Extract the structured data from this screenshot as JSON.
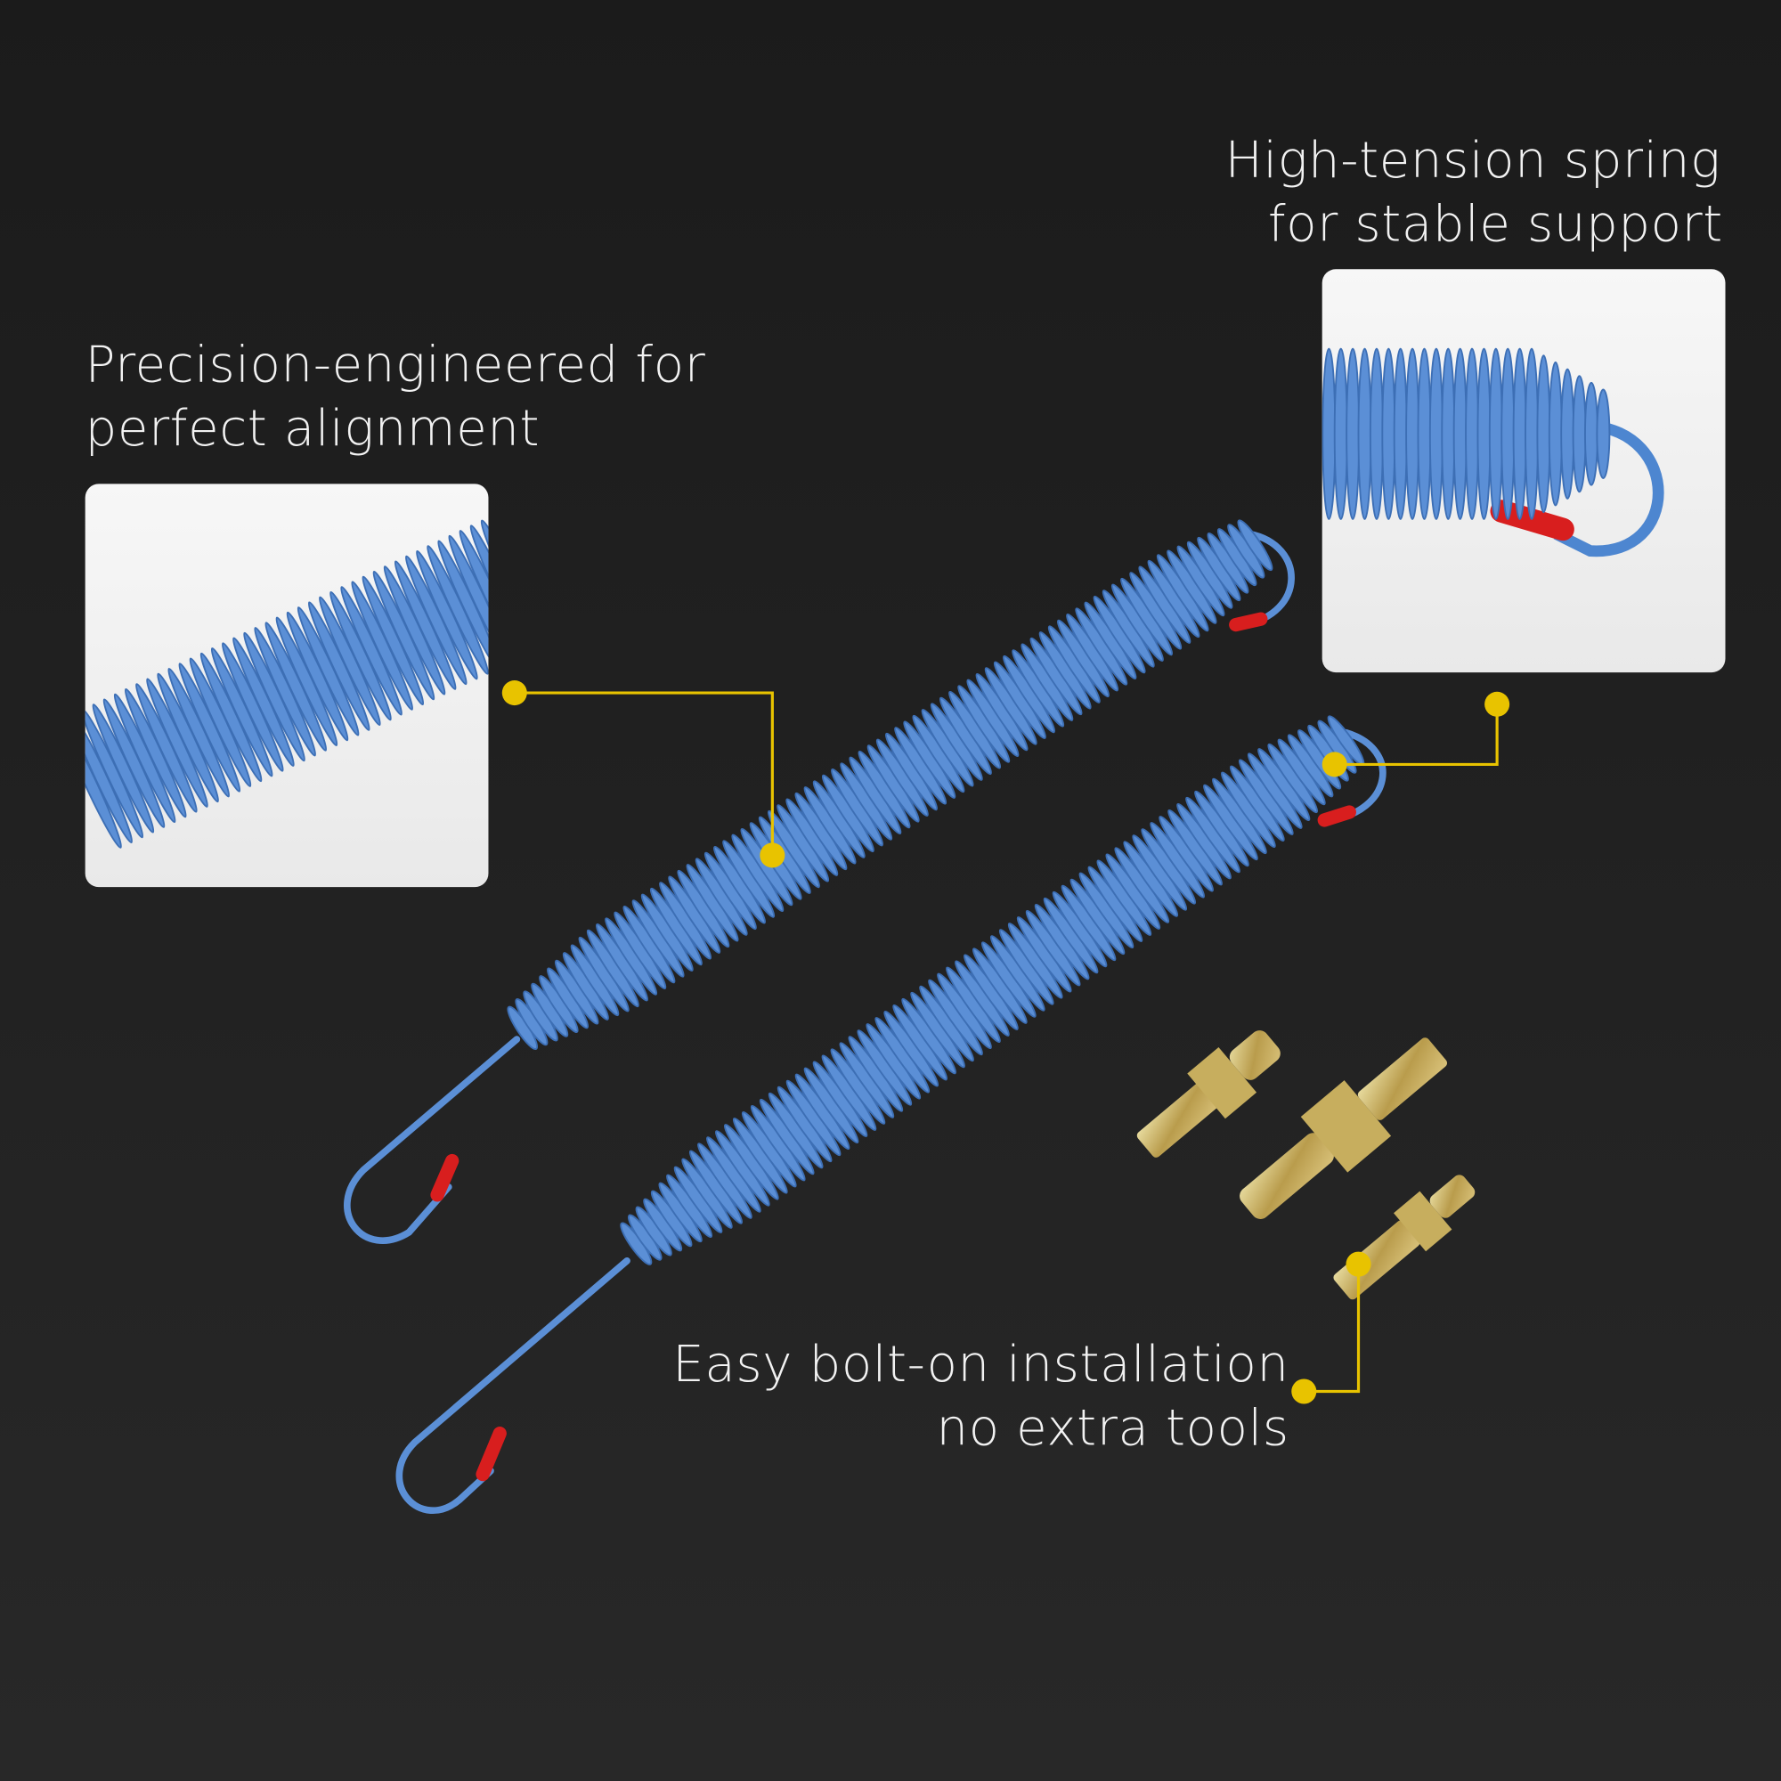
{
  "callouts": [
    {
      "line1": "Precision-engineered for",
      "line2": "perfect alignment"
    },
    {
      "line1": "High-tension spring",
      "line2": "for stable support"
    },
    {
      "line1": "Easy bolt-on installation",
      "line2": "no extra tools"
    }
  ],
  "colors": {
    "background": "#1c1c1c",
    "spring": "#5b8fd6",
    "spring_dark": "#3d6fb5",
    "tip": "#d81e1e",
    "callout": "#e8c300",
    "bolt": "#c9b46a"
  }
}
